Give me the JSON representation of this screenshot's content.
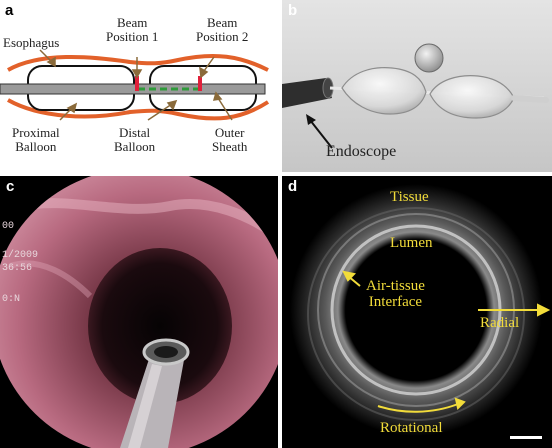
{
  "panels": {
    "a": {
      "letter": "a",
      "labels": {
        "esophagus": "Esophagus",
        "beam1": "Beam\nPosition 1",
        "beam2": "Beam\nPosition 2",
        "proximal": "Proximal\nBalloon",
        "distal": "Distal\nBalloon",
        "sheath": "Outer\nSheath"
      },
      "colors": {
        "tissue": "#e2612a",
        "beam": "#e0203a",
        "scan": "#2e9a3a",
        "arrow": "#8a6a3a",
        "sheath": "#9a9a9a"
      }
    },
    "b": {
      "letter": "b",
      "endoscope": "Endoscope"
    },
    "c": {
      "letter": "c",
      "overlay_lines": [
        "00",
        "1/2009",
        "36:56",
        "",
        "0:N"
      ]
    },
    "d": {
      "letter": "d",
      "tissue": "Tissue",
      "lumen": "Lumen",
      "interface": "Air-tissue\nInterface",
      "radial": "Radial",
      "rotational": "Rotational",
      "accent": "#f2dc3a"
    }
  }
}
